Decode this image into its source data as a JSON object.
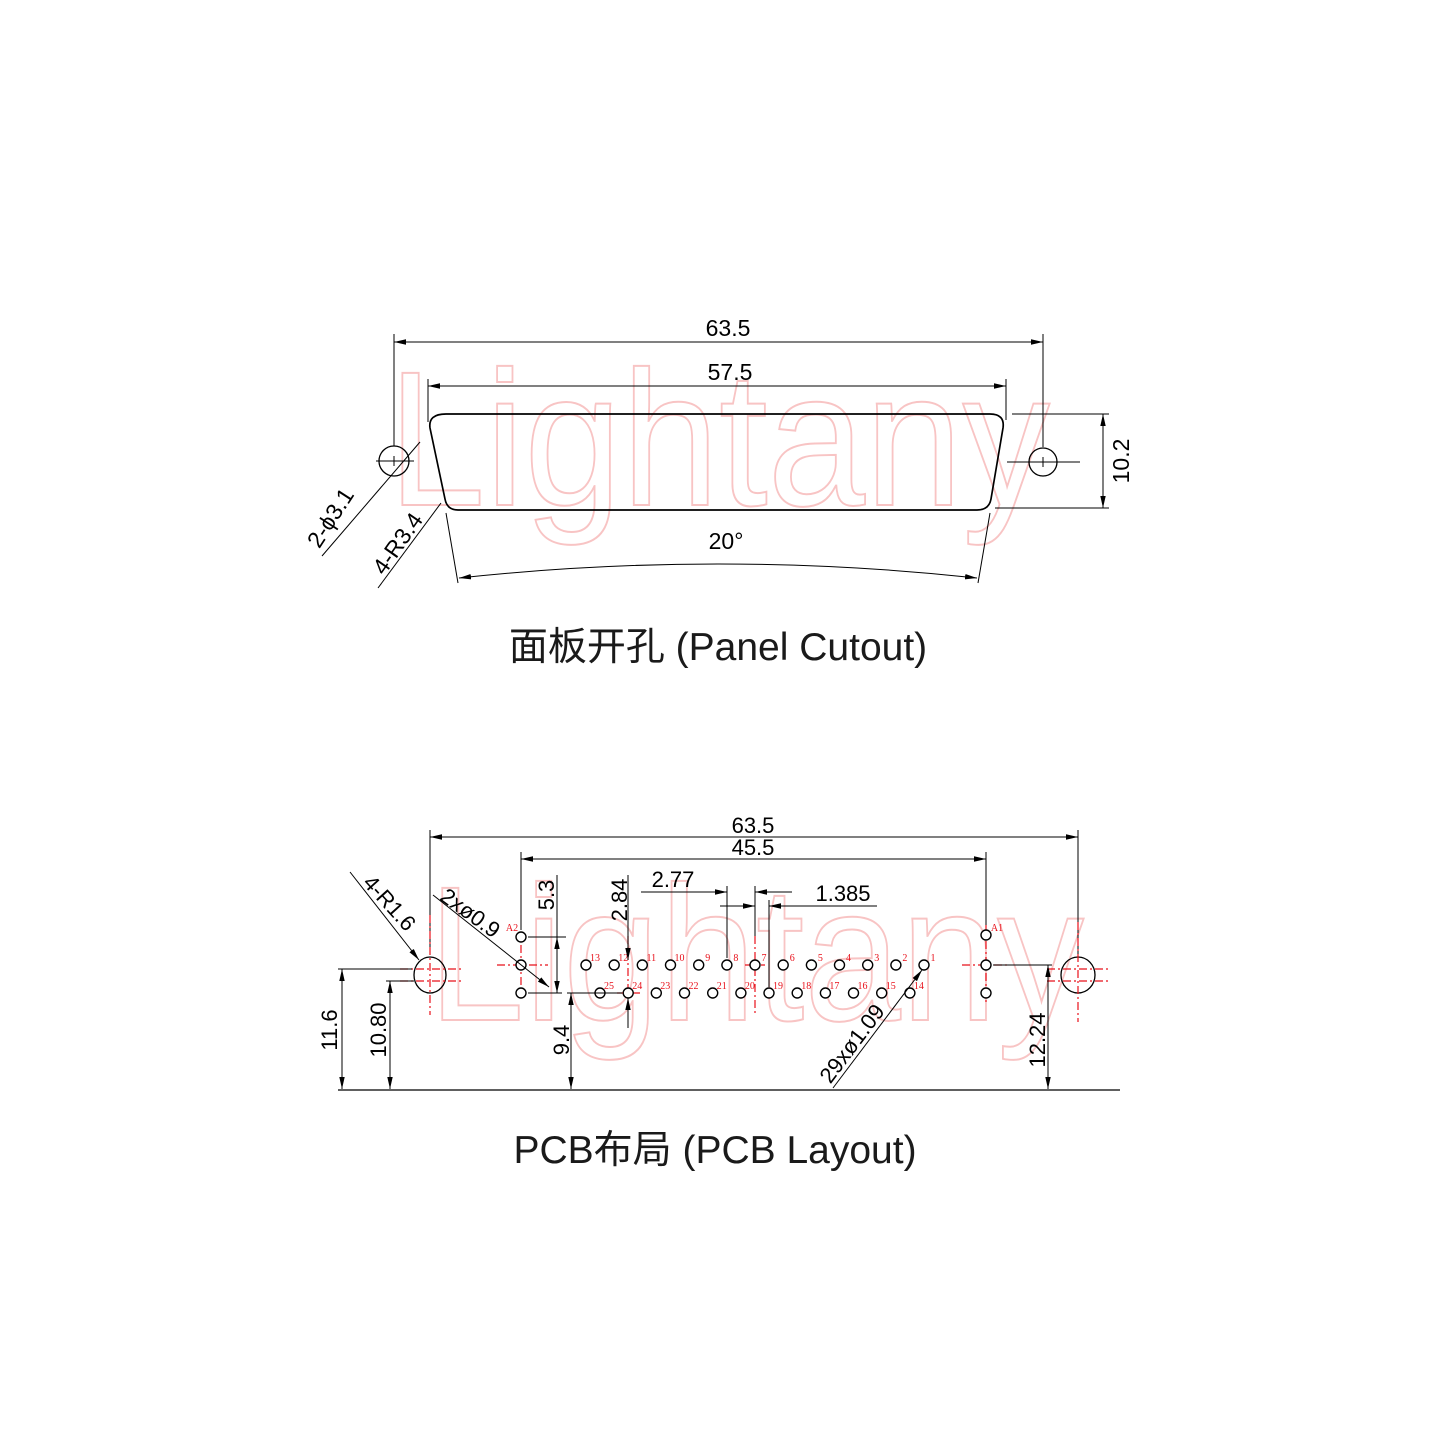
{
  "watermark": "Lightany",
  "colors": {
    "line": "#000000",
    "centerline": "#e8101a",
    "pin_label": "#e8101a",
    "watermark": "#f8c4c4"
  },
  "panel": {
    "caption": "面板开孔 (Panel Cutout)",
    "dim_overall_width": "63.5",
    "dim_cutout_width": "57.5",
    "dim_cutout_height": "10.2",
    "dim_mount_holes": "2-ϕ3.1",
    "dim_corner_radius": "4-R3.4",
    "dim_side_angle": "20°"
  },
  "pcb": {
    "caption": "PCB布局 (PCB Layout)",
    "dim_overall_width": "63.5",
    "dim_coax_span": "45.5",
    "dim_pin_pitch": "2.77",
    "dim_row_offset": "1.385",
    "dim_coax_hole_spacing": "5.3",
    "dim_row_spacing": "2.84",
    "dim_mount_radius": "4-R1.6",
    "dim_coax_holes": "2xø0.9",
    "dim_mount_height_upper": "11.6",
    "dim_mount_height_lower": "10.80",
    "dim_bottom_row_height": "9.4",
    "dim_pin_holes": "29xø1.09",
    "dim_coax_height": "12.24",
    "coax_left_label": "A2",
    "coax_right_label": "A1",
    "pins_top": [
      "13",
      "12",
      "11",
      "10",
      "9",
      "8",
      "7",
      "6",
      "5",
      "4",
      "3",
      "2",
      "1"
    ],
    "pins_bottom": [
      "25",
      "24",
      "23",
      "22",
      "21",
      "20",
      "19",
      "18",
      "17",
      "16",
      "15",
      "14"
    ]
  }
}
